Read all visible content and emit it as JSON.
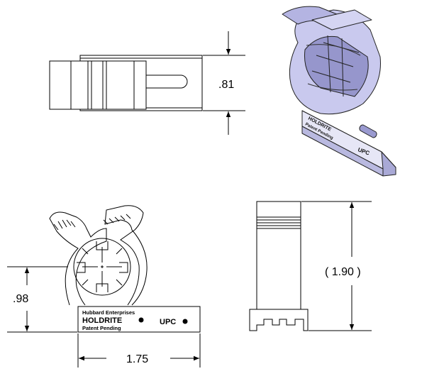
{
  "drawing": {
    "top_view": {
      "height_dim": ".81"
    },
    "front_view": {
      "center_height_dim": ".98",
      "width_dim": "1.75",
      "engraving": {
        "line1": "Hubbard Enterprises",
        "line2": "HOLDRITE",
        "line3": "Patent Pending",
        "upc": "UPC"
      }
    },
    "side_view": {
      "height_dim": "( 1.90 )"
    },
    "iso_view": {
      "line1": "HOLDRITE",
      "line2": "Patent Pending",
      "upc": "UPC"
    }
  },
  "colors": {
    "line": "#000000",
    "iso_fill": "#c9c9ee",
    "iso_shade": "#8e8ec4",
    "iso_base": "#e4e4f4"
  }
}
